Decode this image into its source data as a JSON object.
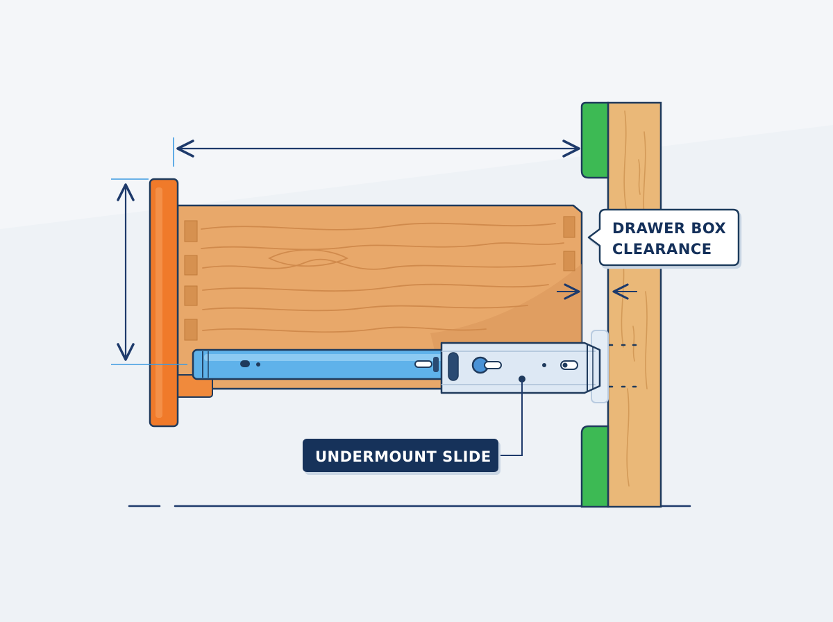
{
  "labels": {
    "clearance_line1": "DRAWER BOX",
    "clearance_line2": "CLEARANCE",
    "slide": "UNDERMOUNT SLIDE"
  },
  "colors": {
    "background": "#f4f6f9",
    "outline": "#1f3a5c",
    "dimension": "#1e3a6b",
    "accent_blue": "#3b9ae1",
    "drawer_front": "#f07a2a",
    "drawer_box": "#e8a86a",
    "wood_grain": "#d08a4c",
    "cabinet_wood": "#eab878",
    "green_stile": "#3dba54",
    "slide_rail": "#5fb2ea",
    "slide_bracket": "#dde8f4",
    "label_dark": "#14305a",
    "label_light": "#ffffff"
  },
  "icons": [
    "dimension-arrow",
    "leader-dot"
  ]
}
